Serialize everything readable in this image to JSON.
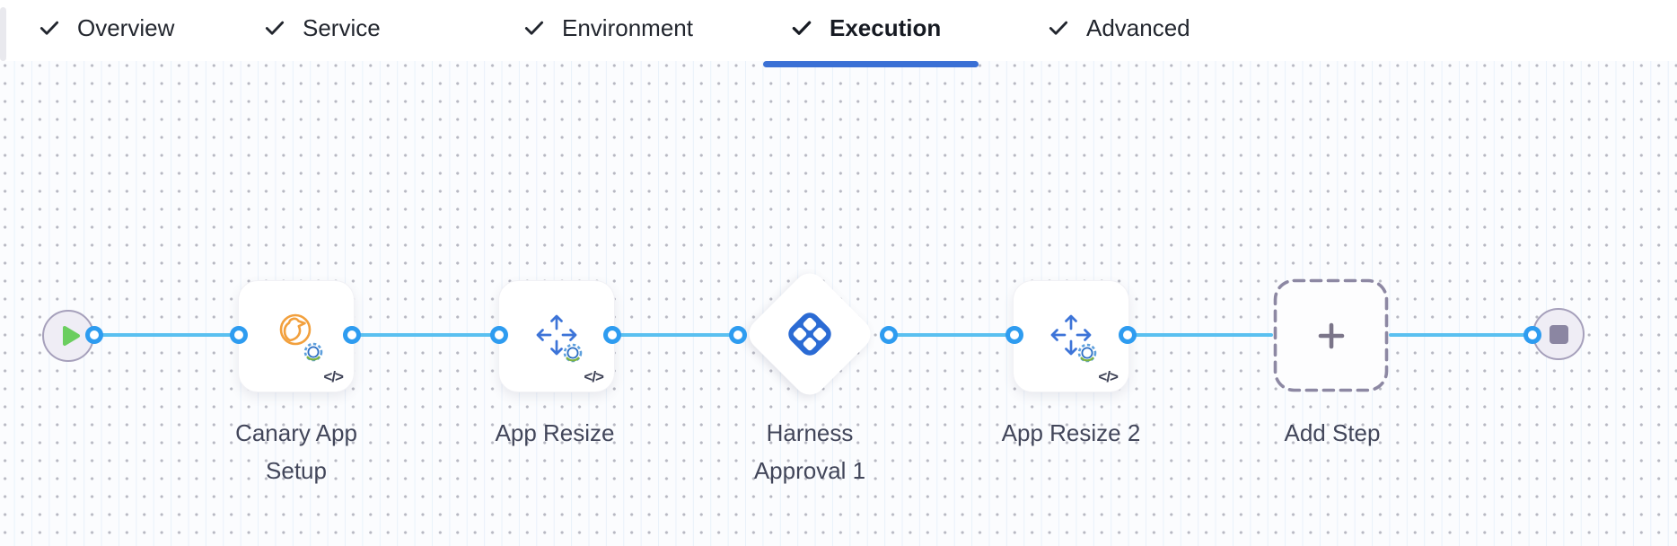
{
  "tab_bar": {
    "tabs": [
      {
        "label": "Overview",
        "state": "completed",
        "active": false
      },
      {
        "label": "Service",
        "state": "completed",
        "active": false
      },
      {
        "label": "Environment",
        "state": "completed",
        "active": false
      },
      {
        "label": "Execution",
        "state": "completed",
        "active": true
      },
      {
        "label": "Advanced",
        "state": "completed",
        "active": false
      }
    ]
  },
  "canvas": {
    "nodes": [
      {
        "id": "start",
        "type": "start-node",
        "icon": "play-icon"
      },
      {
        "id": "canary-app-setup",
        "type": "step",
        "label": "Canary App Setup",
        "icon": "canary-icon",
        "code_badge": "</>"
      },
      {
        "id": "app-resize",
        "type": "step",
        "label": "App Resize",
        "icon": "resize-arrows-icon",
        "code_badge": "</>"
      },
      {
        "id": "harness-approval-1",
        "type": "approval-diamond",
        "label": "Harness Approval 1",
        "icon": "harness-approval-icon"
      },
      {
        "id": "app-resize-2",
        "type": "step",
        "label": "App Resize 2",
        "icon": "resize-arrows-icon",
        "code_badge": "</>"
      },
      {
        "id": "add-step",
        "type": "add-step-placeholder",
        "label": "Add Step",
        "icon": "plus-icon"
      },
      {
        "id": "end",
        "type": "end-node",
        "icon": "stop-icon"
      }
    ],
    "colors": {
      "edge": "#5AC0F0",
      "port": "#2E9CF0",
      "active_tab_underline": "#3A70D5",
      "harness_blue": "#2B6BD4",
      "resize_arrow_blue": "#3D74D8",
      "canary_orange": "#F2A03D",
      "play_green": "#6BCE5F",
      "stop_gray": "#8B86A2",
      "node_label": "#42465A"
    }
  }
}
